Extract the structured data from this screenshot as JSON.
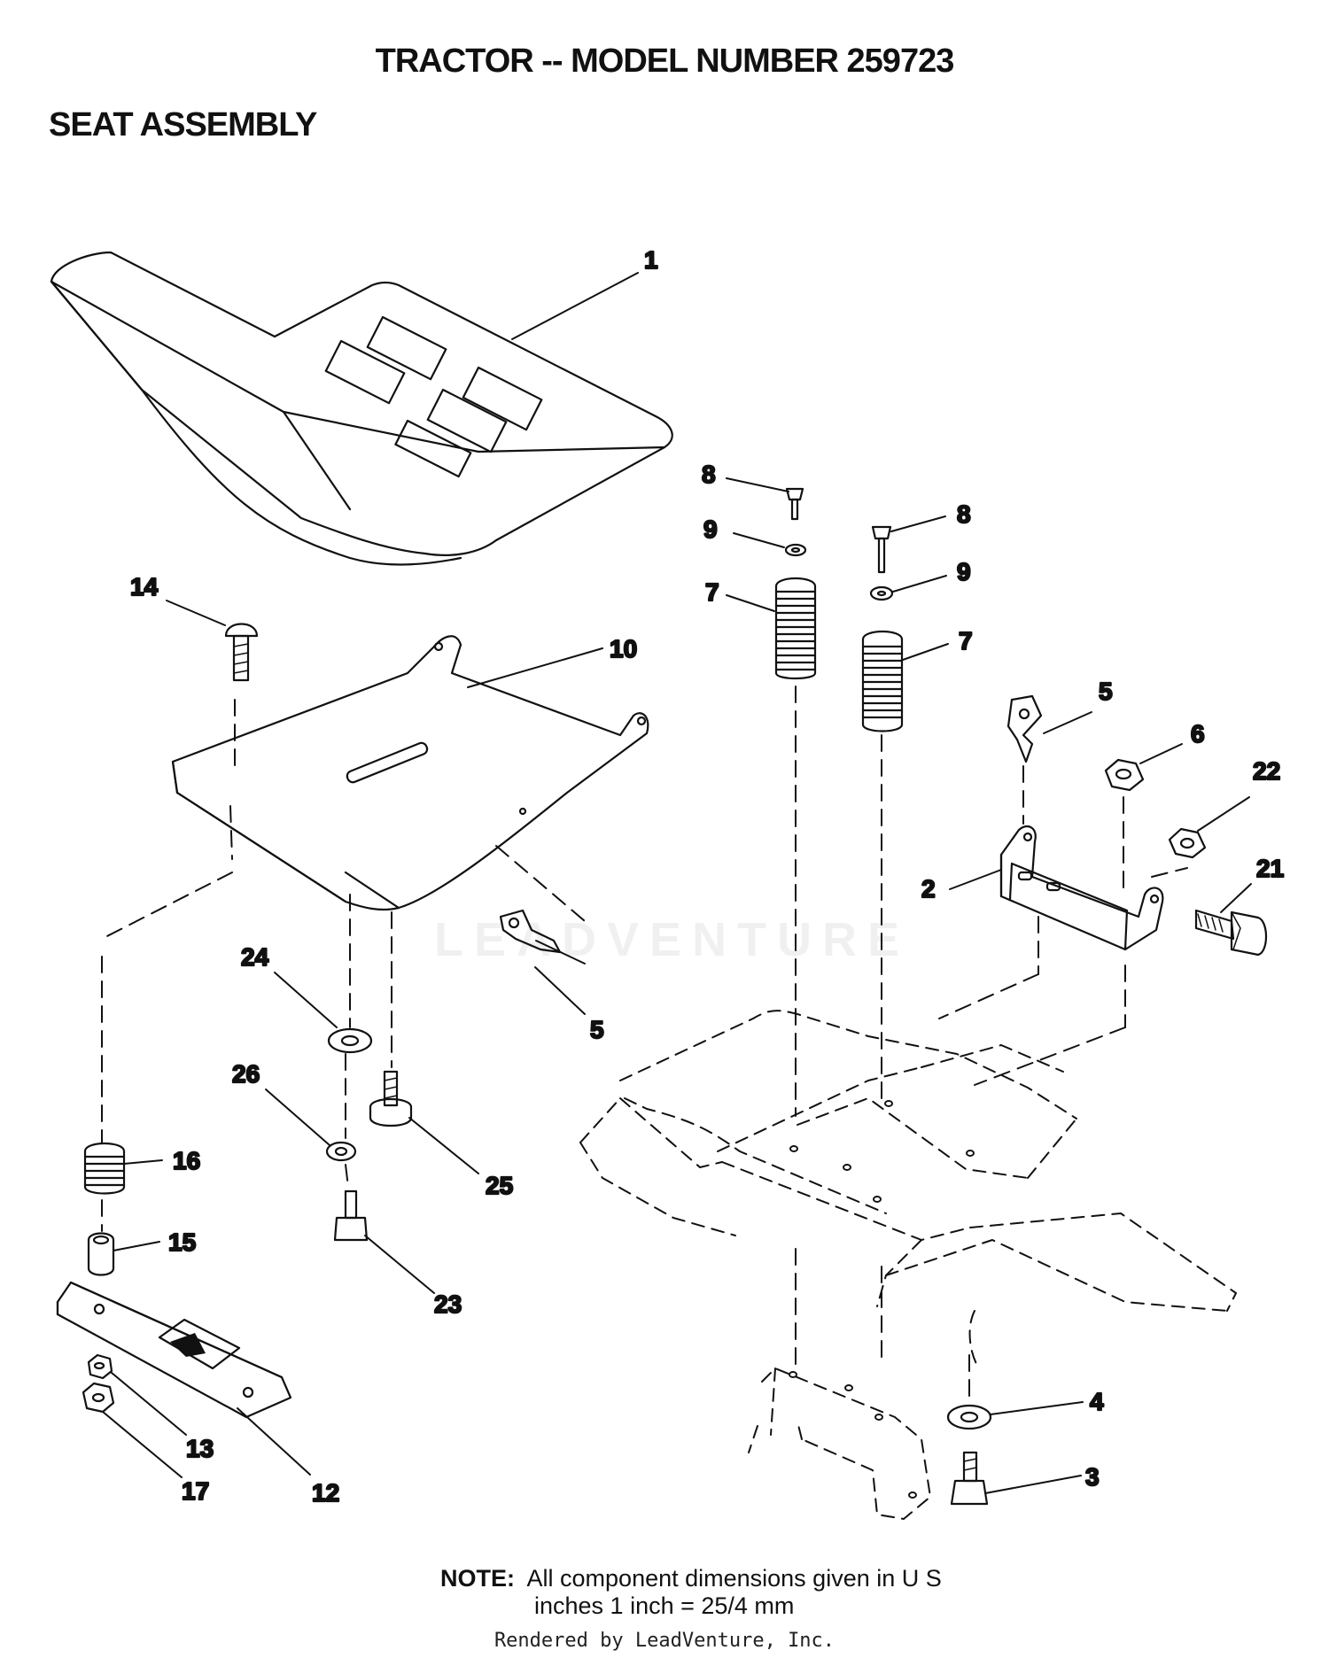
{
  "header": {
    "title": "TRACTOR -- MODEL NUMBER 259723",
    "subtitle": "SEAT ASSEMBLY"
  },
  "watermark": {
    "text": "LEADVENTURE"
  },
  "callouts": {
    "seat": "1",
    "seat_pan_bolt": "14",
    "seat_pan": "10",
    "spring_bolt_left": "8",
    "spring_washer_left": "9",
    "spring_left": "7",
    "spring_bolt_right": "8",
    "spring_washer_right": "9",
    "spring_right": "7",
    "clip_right": "5",
    "nut_6": "6",
    "nut_22": "22",
    "bracket": "2",
    "bolt_21": "21",
    "clip_left": "5",
    "washer_24": "24",
    "lockwasher_26": "26",
    "bolt_25": "25",
    "spring_16": "16",
    "spacer_15": "15",
    "screw_23": "23",
    "plate_12": "12",
    "nut_13": "13",
    "nut_17": "17",
    "washer_4": "4",
    "bolt_3": "3"
  },
  "note": {
    "label": "NOTE:",
    "line1": "All component dimensions given in U S",
    "line2": "inches 1 inch = 25/4 mm"
  },
  "footer": {
    "rendered_by": "Rendered by LeadVenture, Inc."
  }
}
